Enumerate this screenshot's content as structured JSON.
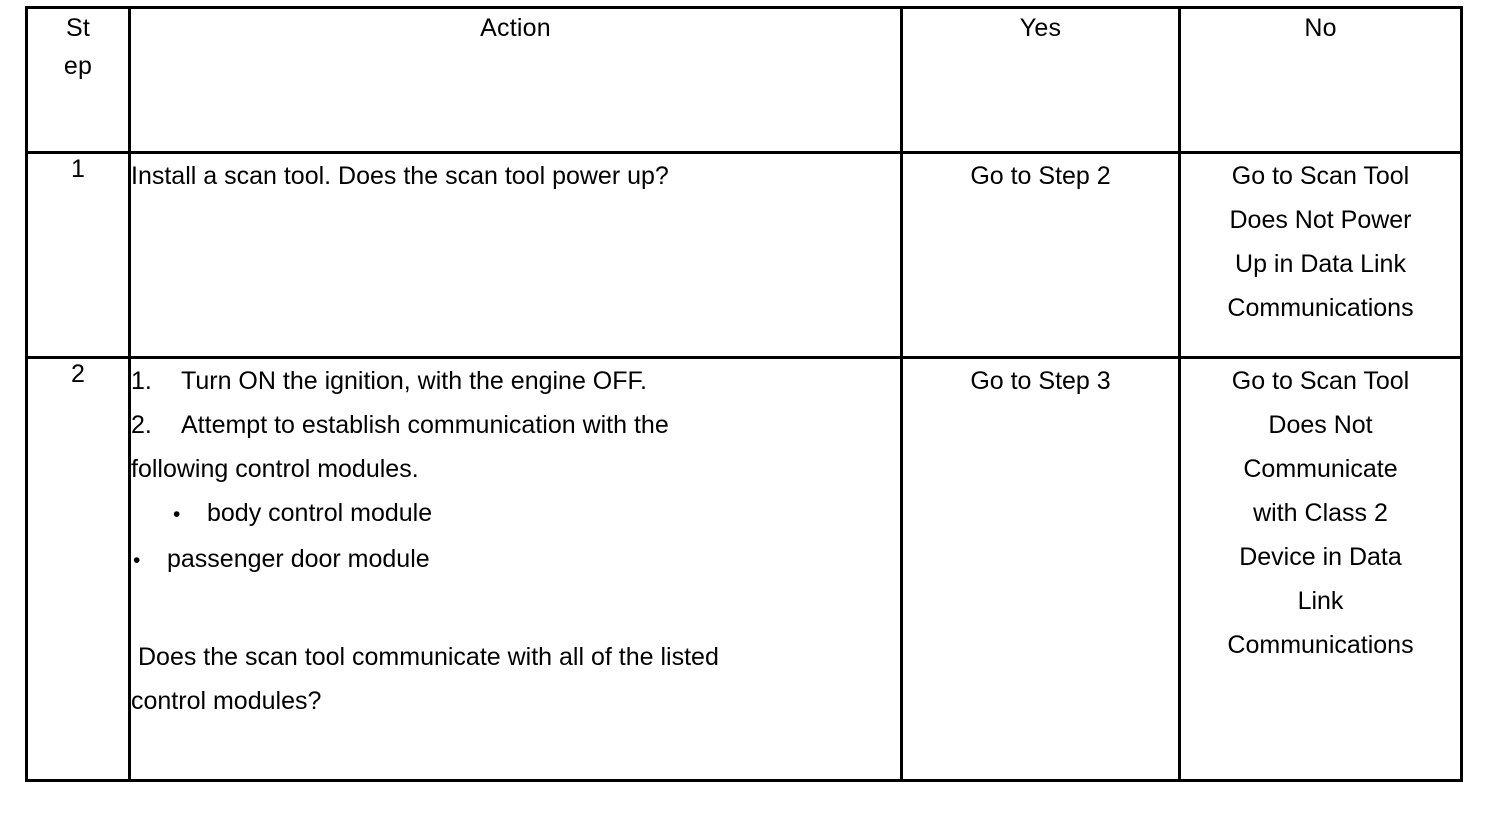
{
  "table": {
    "headers": [
      {
        "key": "step",
        "label_lines": [
          "St",
          "ep"
        ],
        "label": "Step"
      },
      {
        "key": "action",
        "label": "Action"
      },
      {
        "key": "yes",
        "label": "Yes"
      },
      {
        "key": "no",
        "label": "No"
      }
    ],
    "rows": [
      {
        "step": "1",
        "action": {
          "intro": "Install a scan tool. Does the scan tool power up?"
        },
        "yes": "Go to Step 2",
        "no_lines": [
          "Go to Scan Tool",
          "Does Not Power",
          "Up in Data Link",
          "Communications"
        ],
        "no_text": "Go to Scan Tool Does Not Power Up in Data Link Communications"
      },
      {
        "step": "2",
        "action": {
          "numbered": [
            {
              "marker": "1.",
              "line1": "Turn ON the ignition, with the engine OFF."
            },
            {
              "marker": "2.",
              "line1": "Attempt to establish communication with the",
              "line2": "following control modules."
            }
          ],
          "bullets": [
            {
              "dot": "•",
              "label": "body control module"
            },
            {
              "dot": "•",
              "label": "passenger door module"
            }
          ],
          "question_line1": "Does the scan tool communicate with all of the listed",
          "question_line2": "control modules?"
        },
        "yes": "Go to Step 3",
        "no_lines": [
          "Go to Scan Tool",
          "Does Not",
          "Communicate",
          "with Class 2",
          "Device in Data",
          "Link",
          "Communications"
        ],
        "no_text": "Go to Scan Tool Does Not Communicate with Class 2 Device in Data Link Communications"
      }
    ]
  },
  "colors": {
    "border": "#000000",
    "text": "#000000",
    "background": "#ffffff"
  }
}
